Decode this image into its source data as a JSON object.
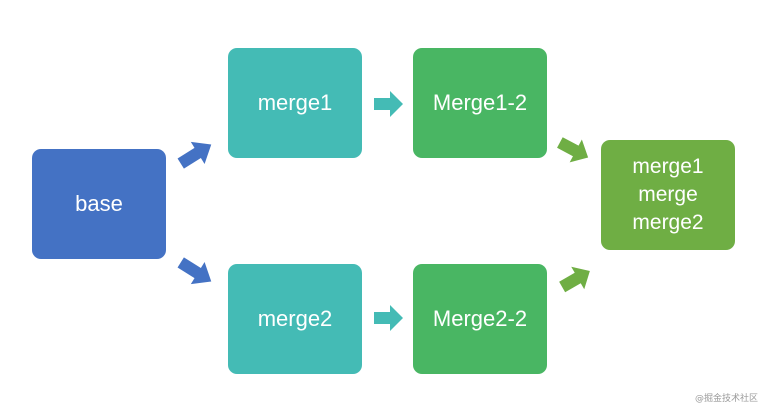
{
  "nodes": {
    "base": "base",
    "merge1": "merge1",
    "merge2": "merge2",
    "merge1_2": "Merge1-2",
    "merge2_2": "Merge2-2",
    "final": "merge1\nmerge\nmerge2"
  },
  "colors": {
    "base": "#4472C4",
    "merge_teal": "#44BBB5",
    "merge_green": "#49B663",
    "final": "#6FAE44"
  },
  "watermark": "@掘金技术社区"
}
